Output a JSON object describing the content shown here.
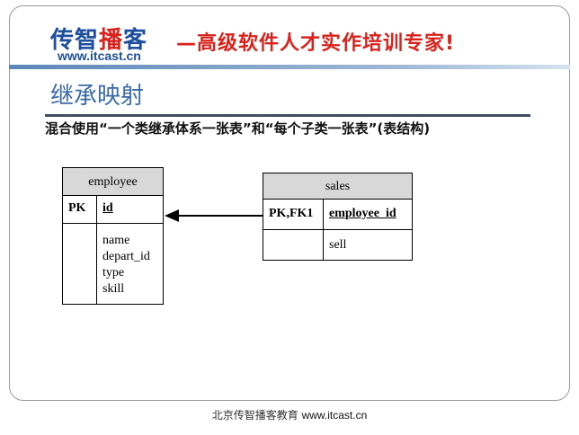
{
  "header": {
    "logo_part1": "传智",
    "logo_highlight": "播",
    "logo_part2": "客",
    "logo_url": "www.itcast.cn",
    "slogan": "—高级软件人才实作培训专家!"
  },
  "slide": {
    "title": "继承映射",
    "subtitle": "混合使用“一个类继承体系一张表”和“每个子类一张表”(表结构)"
  },
  "diagram": {
    "employee": {
      "name": "employee",
      "key_label": "PK",
      "key_attr": "id",
      "attributes": [
        "name",
        "depart_id",
        "type",
        "skill"
      ]
    },
    "sales": {
      "name": "sales",
      "key_label": "PK,FK1",
      "key_attr": "employee_id",
      "attributes": [
        "sell"
      ]
    }
  },
  "footer": {
    "text": "北京传智播客教育 ",
    "url": "www.itcast.cn"
  }
}
